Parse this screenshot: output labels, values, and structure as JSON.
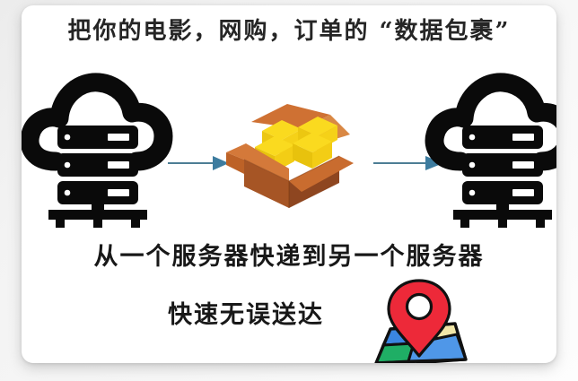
{
  "card": {
    "background_color": "#ffffff",
    "page_background_color": "#f1f1f1"
  },
  "headline": {
    "title": "把你的电影，网购，订单的 “数据包裹”",
    "subtitle": "从一个服务器快递到另一个服务器",
    "tagline": "快速无误送达"
  },
  "icons": {
    "source_server": {
      "name": "cloud-server-icon",
      "label": "cloud-server",
      "color": "#0a0a0a",
      "rack_count": 3
    },
    "target_server": {
      "name": "cloud-server-icon",
      "label": "cloud-server",
      "color": "#0a0a0a",
      "rack_count": 3
    },
    "package_box": {
      "name": "open-cardboard-box-icon",
      "label": "open-cardboard-box",
      "box_front_color": "#a65525",
      "box_side_color": "#8f4520",
      "flap_color": "#d4793a",
      "flap_inner_color": "#c96c2f",
      "parcel_color": "#f7d417",
      "parcel_shade_color": "#e5c20d",
      "parcel_count": 4
    },
    "arrow_one": {
      "name": "right-arrow-icon",
      "label": "flow-arrow",
      "color": "#3d7c9f"
    },
    "arrow_two": {
      "name": "right-arrow-icon",
      "label": "flow-arrow",
      "color": "#3d7c9f"
    },
    "destination_pin": {
      "name": "map-pin-icon",
      "label": "map-location-pin",
      "pin_color": "#ed2939",
      "pin_hole_color": "#ffffff",
      "map_outline_color": "#111111",
      "map_region_blue": "#3a86e0",
      "map_region_green": "#1fae65",
      "map_region_cream": "#f2e7a8",
      "map_region_lightblue": "#4f97e8"
    }
  }
}
